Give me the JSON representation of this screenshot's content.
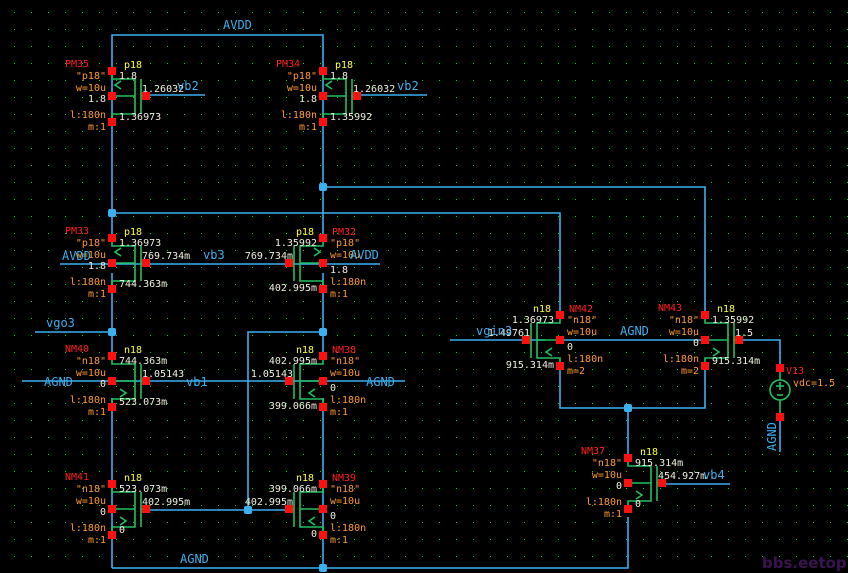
{
  "nets": {
    "avdd_top": "AVDD",
    "vb2_left": "vb2",
    "vb2_right": "vb2",
    "avdd_left": "AVDD",
    "vb3": "vb3",
    "avdd_right": "AVDD",
    "vgo3": "vgo3",
    "agnd_left": "AGND",
    "vb1": "vb1",
    "agnd_right": "AGND",
    "agnd_bottom": "AGND",
    "vgin3": "vgin3",
    "agnd_diff": "AGND",
    "vb4": "vb4",
    "agnd_src": "AGND"
  },
  "devices": [
    {
      "id": "pm35",
      "name": "PM35",
      "model": "p18",
      "cell": "\"p18\"",
      "w": "w=10u",
      "l": "l:180n",
      "m": "m:1",
      "type": "pmos",
      "drain": "1.8",
      "body": "1.8",
      "gate": "1.26032",
      "source": "1.36973"
    },
    {
      "id": "pm34",
      "name": "PM34",
      "model": "p18",
      "cell": "\"p18\"",
      "w": "w=10u",
      "l": "l:180n",
      "m": "m:1",
      "type": "pmos",
      "drain": "1.8",
      "body": "1.8",
      "gate": "1.26032",
      "source": "1.35992"
    },
    {
      "id": "pm33",
      "name": "PM33",
      "model": "p18",
      "cell": "\"p18\"",
      "w": "w=10u",
      "l": "l:180n",
      "m": "m:1",
      "type": "pmos",
      "drain": "1.36973",
      "body": "1.8",
      "gate": "769.734m",
      "source": "744.363m"
    },
    {
      "id": "pm32",
      "name": "PM32",
      "model": "p18",
      "cell": "\"p18\"",
      "w": "w=10u",
      "l": "l:180n",
      "m": "m:1",
      "type": "pmos",
      "drain": "1.35992",
      "body": "1.8",
      "gate": "769.734m",
      "source": "402.995m"
    },
    {
      "id": "nm40",
      "name": "NM40",
      "model": "n18",
      "cell": "\"n18\"",
      "w": "w=10u",
      "l": "l:180n",
      "m": "m:1",
      "type": "nmos",
      "drain": "744.363m",
      "body": "0",
      "gate": "1.05143",
      "source": "523.073m"
    },
    {
      "id": "nm38",
      "name": "NM38",
      "model": "n18",
      "cell": "\"n18\"",
      "w": "w=10u",
      "l": "l:180n",
      "m": "m:1",
      "type": "nmos",
      "drain": "402.995m",
      "body": "0",
      "gate": "1.05143",
      "source": "399.066m"
    },
    {
      "id": "nm41",
      "name": "NM41",
      "model": "n18",
      "cell": "\"n18\"",
      "w": "w=10u",
      "l": "l:180n",
      "m": "m:1",
      "type": "nmos",
      "drain": "523.073m",
      "body": "0",
      "gate": "402.995m",
      "source": "0"
    },
    {
      "id": "nm39",
      "name": "NM39",
      "model": "n18",
      "cell": "\"n18\"",
      "w": "w=10u",
      "l": "l:180n",
      "m": "m:1",
      "type": "nmos",
      "drain": "399.066m",
      "body": "0",
      "gate": "402.995m",
      "source": "0"
    },
    {
      "id": "nm42",
      "name": "NM42",
      "model": "n18",
      "cell": "\"n18\"",
      "w": "w=10u",
      "l": "l:180n",
      "m": "m=2",
      "type": "nmos",
      "drain": "1.36973",
      "body": "0",
      "gate": "1.49761",
      "source": "915.314m"
    },
    {
      "id": "nm43",
      "name": "NM43",
      "model": "n18",
      "cell": "\"n18\"",
      "w": "w=10u",
      "l": "l:180n",
      "m": "m=2",
      "type": "nmos",
      "drain": "1.35992",
      "body": "0",
      "gate": "1.5",
      "source": "915.314m"
    },
    {
      "id": "nm37",
      "name": "NM37",
      "model": "n18",
      "cell": "\"n18\"",
      "w": "w=10u",
      "l": "l:180n",
      "m": "m:1",
      "type": "nmos",
      "drain": "915.314m",
      "body": "0",
      "gate": "454.927m",
      "source": "0"
    }
  ],
  "source_v13": {
    "name": "V13",
    "param": "vdc=1.5"
  },
  "watermark": "bbs.eetop.cn"
}
